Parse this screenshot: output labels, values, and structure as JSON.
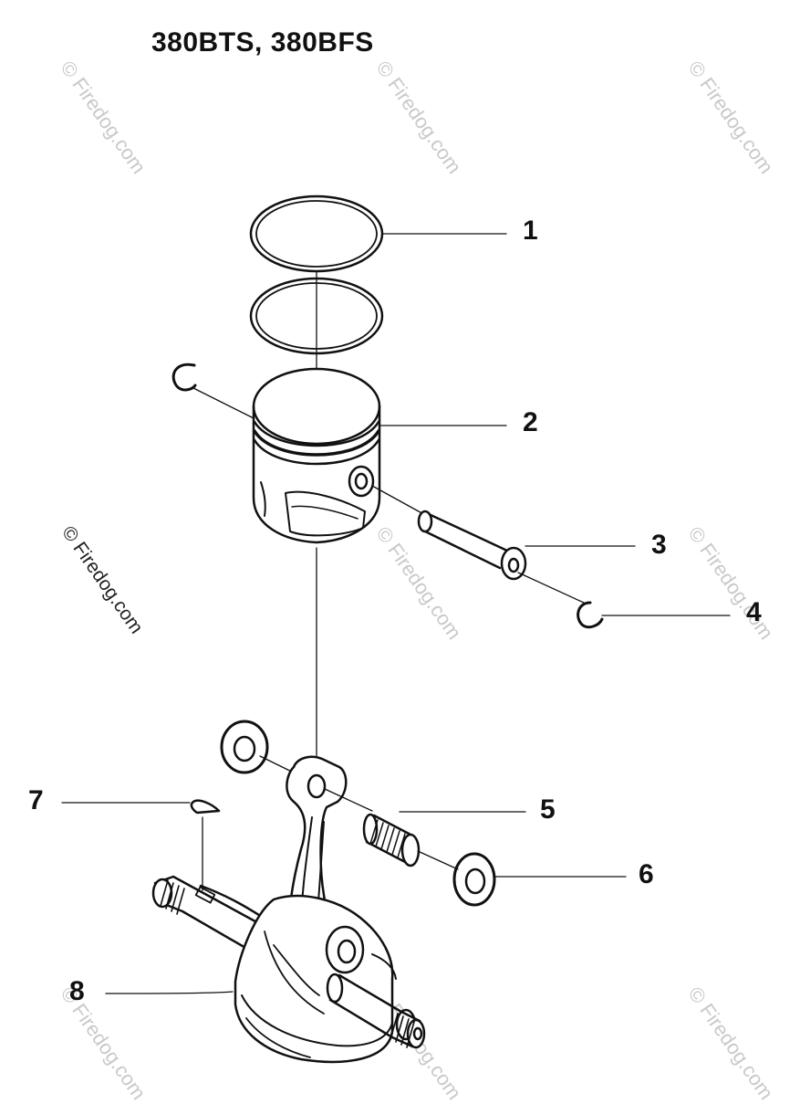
{
  "title": "380BTS, 380BFS",
  "watermark": "© Firedog.com",
  "callouts": [
    {
      "id": "1",
      "part": "piston-ring-set"
    },
    {
      "id": "2",
      "part": "piston"
    },
    {
      "id": "3",
      "part": "piston-pin"
    },
    {
      "id": "4",
      "part": "circlip"
    },
    {
      "id": "5",
      "part": "needle-bearing"
    },
    {
      "id": "6",
      "part": "thrust-washer"
    },
    {
      "id": "7",
      "part": "woodruff-key"
    },
    {
      "id": "8",
      "part": "crankshaft"
    }
  ]
}
